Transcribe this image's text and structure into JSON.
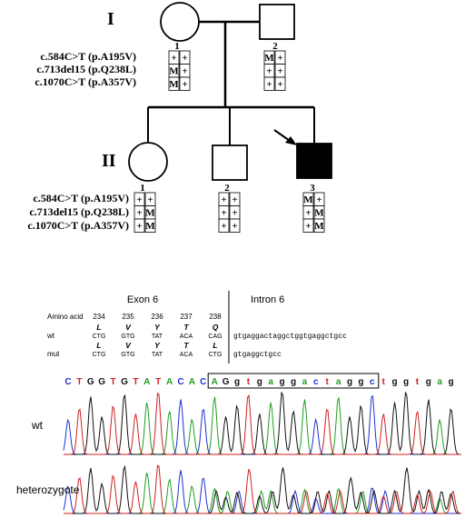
{
  "pedigree": {
    "generations": [
      "I",
      "II"
    ],
    "variants": [
      "c.584C>T  (p.A195V)",
      "c.713del15  (p.Q238L)",
      "c.1070C>T  (p.A357V)"
    ],
    "individuals": [
      {
        "id": "1",
        "generation": "I",
        "sex": "female",
        "affected": false,
        "proband": false,
        "genotypes": [
          [
            "+",
            "+"
          ],
          [
            "M",
            "+"
          ],
          [
            "M",
            "+"
          ]
        ]
      },
      {
        "id": "2",
        "generation": "I",
        "sex": "male",
        "affected": false,
        "proband": false,
        "genotypes": [
          [
            "M",
            "+"
          ],
          [
            "+",
            "+"
          ],
          [
            "+",
            "+"
          ]
        ]
      },
      {
        "id": "1",
        "generation": "II",
        "sex": "female",
        "affected": false,
        "proband": false,
        "genotypes": [
          [
            "+",
            "+"
          ],
          [
            "+",
            "M"
          ],
          [
            "+",
            "M"
          ]
        ]
      },
      {
        "id": "2",
        "generation": "II",
        "sex": "male",
        "affected": false,
        "proband": false,
        "genotypes": [
          [
            "+",
            "+"
          ],
          [
            "+",
            "+"
          ],
          [
            "+",
            "+"
          ]
        ]
      },
      {
        "id": "3",
        "generation": "II",
        "sex": "male",
        "affected": true,
        "proband": true,
        "genotypes": [
          [
            "M",
            "+"
          ],
          [
            "+",
            "M"
          ],
          [
            "+",
            "M"
          ]
        ]
      }
    ]
  },
  "sequence": {
    "exon_label": "Exon 6",
    "intron_label": "Intron 6",
    "amino_acid_label": "Amino acid",
    "positions": [
      "234",
      "235",
      "236",
      "237",
      "238"
    ],
    "wt_label": "wt",
    "mut_label": "mut",
    "wt_aa": [
      "L",
      "V",
      "Y",
      "T",
      "Q"
    ],
    "wt_codons": [
      "CTG",
      "GTG",
      "TAT",
      "ACA",
      "CAG"
    ],
    "mut_aa": [
      "L",
      "V",
      "Y",
      "T",
      "L"
    ],
    "mut_codons": [
      "CTG",
      "GTG",
      "TAT",
      "ACA",
      "CTG"
    ],
    "wt_intron": "gtgaggactaggctggtgaggctgcc",
    "mut_intron": "gtgaggctgcc"
  },
  "chromatogram": {
    "bases": [
      "C",
      "T",
      "G",
      "G",
      "T",
      "G",
      "T",
      "A",
      "T",
      "A",
      "C",
      "A",
      "C",
      "A",
      "G",
      "g",
      "t",
      "g",
      "a",
      "g",
      "g",
      "a",
      "c",
      "t",
      "a",
      "g",
      "g",
      "c",
      "t",
      "g",
      "g",
      "t",
      "g",
      "a",
      "g"
    ],
    "deleted_range": [
      13,
      27
    ],
    "row_labels": [
      "wt",
      "heterozygote"
    ],
    "base_colors": {
      "A": "#1f9e1f",
      "C": "#2030d0",
      "G": "#111111",
      "T": "#d02020"
    }
  }
}
